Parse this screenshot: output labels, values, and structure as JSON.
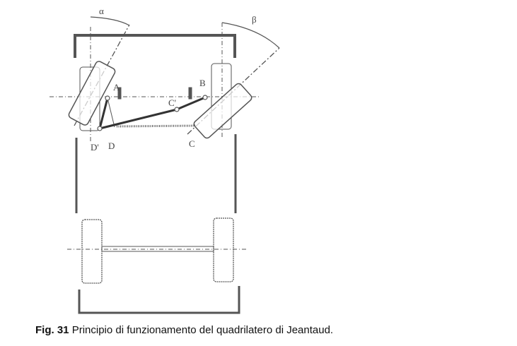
{
  "figure": {
    "labels": {
      "alpha": "α",
      "beta": "β",
      "A": "A",
      "B": "B",
      "C": "C",
      "C_prime": "C'",
      "D": "D",
      "D_prime": "D'"
    }
  },
  "caption": {
    "number": "Fig. 31",
    "text": "Principio di funzionamento del quadrilatero di Jeantaud."
  }
}
